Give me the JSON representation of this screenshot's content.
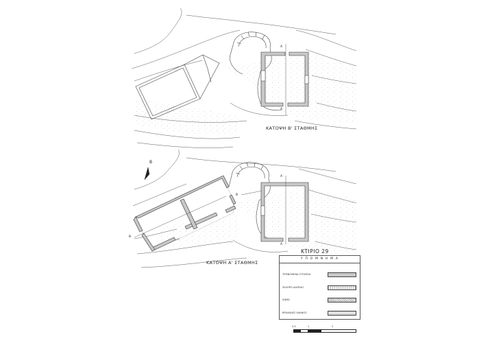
{
  "plans": {
    "upper_title": "ΚΑΤΟΨΗ  Β' ΣΤΑΘΜΗΣ",
    "lower_title": "ΚΑΤΟΨΗ  Α' ΣΤΑΘΜΗΣ"
  },
  "building_title": "ΚΤΙΡΙΟ  29",
  "north_label": "Β",
  "section": {
    "a": "Α",
    "b": "Β"
  },
  "legend": {
    "title": "Υ Π Ο Μ Ν Η Μ Α",
    "items": [
      {
        "label": "ΤΕΜΝΟΜΕΝΑ ΣΤΟΙΧΕΙΑ",
        "pattern": "built"
      },
      {
        "label": "ΣΚΛΗΡΟ ΔΑΠΕΔΟ",
        "pattern": "hard"
      },
      {
        "label": "ΧΩΜΑ",
        "pattern": "soil"
      },
      {
        "label": "ΒΡΑΧΩΔΕΣ ΕΔΑΦΟΣ",
        "pattern": "rock"
      }
    ]
  },
  "scale": {
    "labels": [
      "0.5",
      "1",
      "2"
    ]
  },
  "colors": {
    "wall_fill": "#c8c8c8",
    "line": "#333333",
    "stipple": "#888888"
  }
}
